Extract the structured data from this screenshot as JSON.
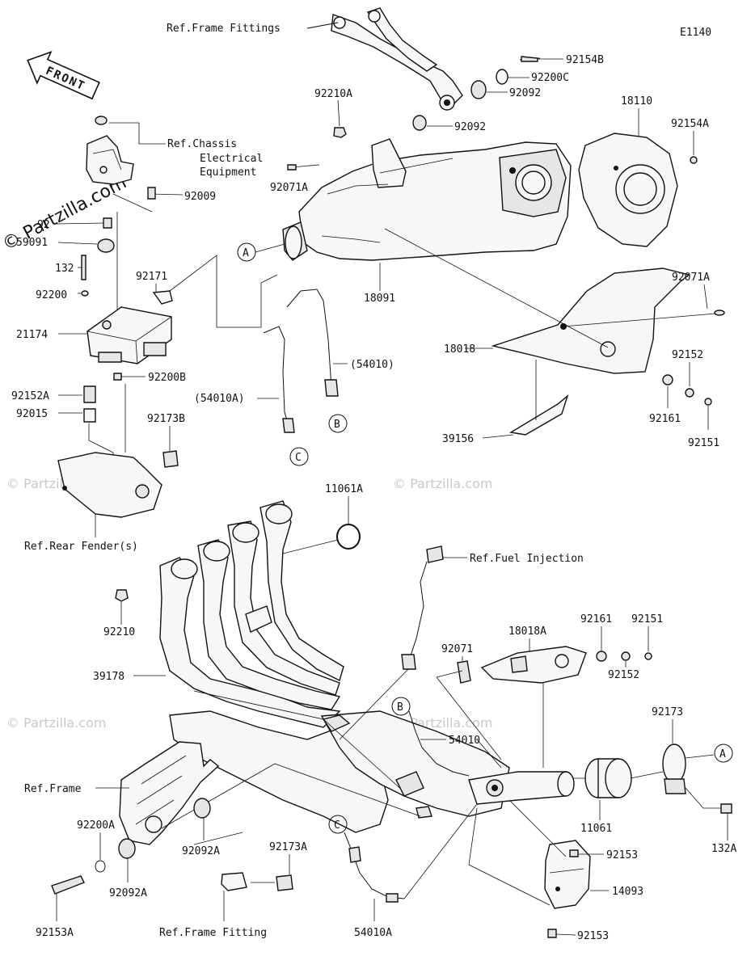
{
  "diagram_code": "E1140",
  "front_label": "FRONT",
  "watermark": "© Partzilla.com",
  "watermark_small": "© Partzilla.com",
  "labels": {
    "ref_frame_fittings": "Ref.Frame Fittings",
    "ref_chassis_1": "Ref.Chassis",
    "ref_chassis_2": "Electrical",
    "ref_chassis_3": "Equipment",
    "ref_rear_fender": "Ref.Rear Fender(s)",
    "ref_fuel_injection": "Ref.Fuel Injection",
    "ref_frame": "Ref.Frame",
    "ref_frame_fitting": "Ref.Frame Fitting",
    "p92154B": "92154B",
    "p92200C": "92200C",
    "p92092_a": "92092",
    "p92092_b": "92092",
    "p92210A": "92210A",
    "p18110": "18110",
    "p92154A": "92154A",
    "p92071A_a": "92071A",
    "p92009": "92009",
    "p92_trunc": "92",
    "p59091": "59091",
    "p132": "132",
    "p92171": "92171",
    "p92200": "92200",
    "p21174": "21174",
    "p92200B": "92200B",
    "p92152A": "92152A",
    "p92015": "92015",
    "p92173B": "92173B",
    "p18091": "18091",
    "p92071A_b": "92071A",
    "p54010": "(54010)",
    "p54010A": "(54010A)",
    "p18018": "18018",
    "p92152": "92152",
    "p92161": "92161",
    "p92151": "92151",
    "p39156": "39156",
    "p11061A": "11061A",
    "p92210": "92210",
    "p39178": "39178",
    "p18018A": "18018A",
    "p92161_b": "92161",
    "p92151_b": "92151",
    "p92071": "92071",
    "p92152_b": "92152",
    "p92173": "92173",
    "p54010_b": "54010",
    "p11061": "11061",
    "p132A": "132A",
    "p92153_a": "92153",
    "p14093": "14093",
    "p92153_b": "92153",
    "p92200A": "92200A",
    "p92092A_a": "92092A",
    "p92092A_b": "92092A",
    "p92153A": "92153A",
    "p92173A": "92173A",
    "p54010A_b": "54010A"
  },
  "callouts": {
    "A": "A",
    "B": "B",
    "C": "C"
  }
}
